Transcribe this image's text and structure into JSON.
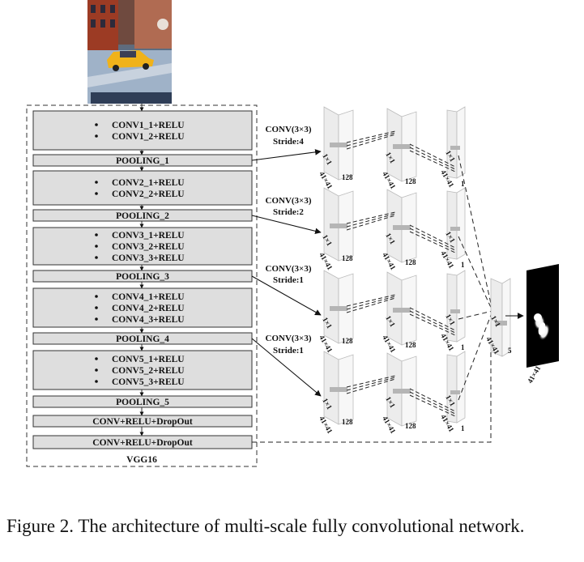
{
  "vgg": {
    "title": "VGG16",
    "blocks": [
      {
        "kind": "multi",
        "lines": [
          "CONV1_1+RELU",
          "CONV1_2+RELU"
        ]
      },
      {
        "kind": "single",
        "lines": [
          "POOLING_1"
        ]
      },
      {
        "kind": "multi",
        "lines": [
          "CONV2_1+RELU",
          "CONV2_2+RELU"
        ]
      },
      {
        "kind": "single",
        "lines": [
          "POOLING_2"
        ]
      },
      {
        "kind": "multi",
        "lines": [
          "CONV3_1+RELU",
          "CONV3_2+RELU",
          "CONV3_3+RELU"
        ]
      },
      {
        "kind": "single",
        "lines": [
          "POOLING_3"
        ]
      },
      {
        "kind": "multi",
        "lines": [
          "CONV4_1+RELU",
          "CONV4_2+RELU",
          "CONV4_3+RELU"
        ]
      },
      {
        "kind": "single",
        "lines": [
          "POOLING_4"
        ]
      },
      {
        "kind": "multi",
        "lines": [
          "CONV5_1+RELU",
          "CONV5_2+RELU",
          "CONV5_3+RELU"
        ]
      },
      {
        "kind": "single",
        "lines": [
          "POOLING_5"
        ]
      },
      {
        "kind": "single",
        "lines": [
          "CONV+RELU+DropOut"
        ]
      },
      {
        "kind": "single",
        "lines": [
          "CONV+RELU+DropOut"
        ]
      }
    ]
  },
  "branches": [
    {
      "conv": "CONV(3×3)",
      "stride": "Stride:4"
    },
    {
      "conv": "CONV(3×3)",
      "stride": "Stride:2"
    },
    {
      "conv": "CONV(3×3)",
      "stride": "Stride:1"
    },
    {
      "conv": "CONV(3×3)",
      "stride": "Stride:1"
    }
  ],
  "volume_labels": {
    "kernel": "1×1",
    "spatial": "41×41",
    "channels_big": "128",
    "channels_small": "1",
    "fused_channels": "5"
  },
  "output_label": "41×41",
  "caption": "Figure 2. The architecture of multi-scale fully convolutional network."
}
